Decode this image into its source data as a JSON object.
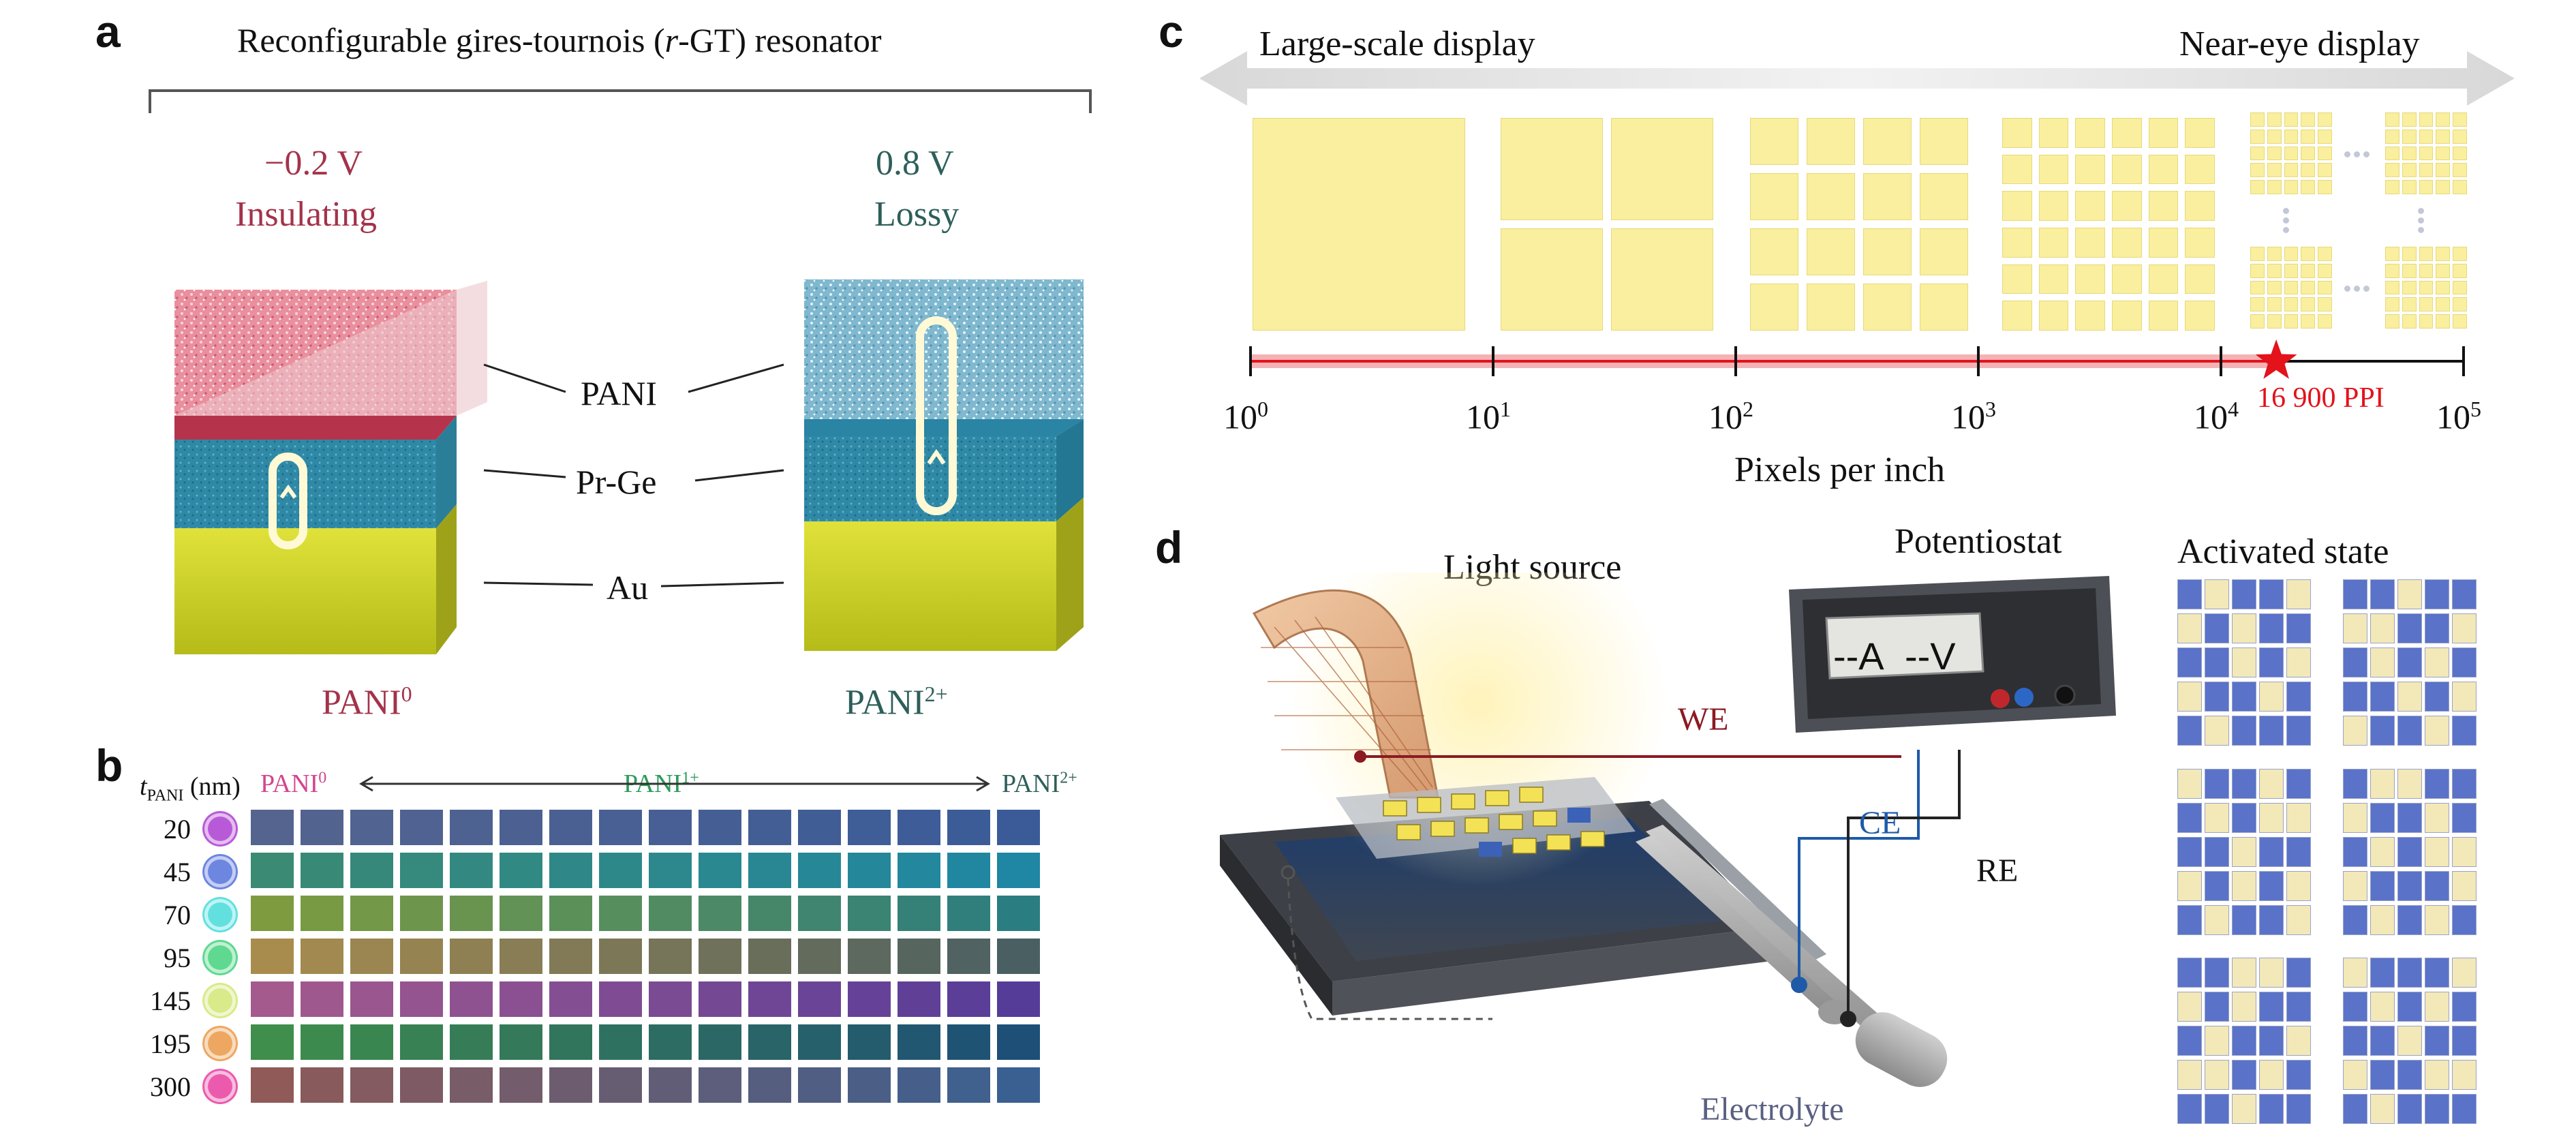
{
  "panel_a": {
    "label": "a",
    "title_pre": "Reconfigurable gires-tournois (",
    "title_italic": "r",
    "title_post": "-GT) resonator",
    "left_voltage": "−0.2 V",
    "left_state": "Insulating",
    "right_voltage": "0.8 V",
    "right_state": "Lossy",
    "layers": [
      "PANI",
      "Pr-Ge",
      "Au"
    ],
    "left_bottom_base": "PANI",
    "left_bottom_sup": "0",
    "right_bottom_base": "PANI",
    "right_bottom_sup": "2+",
    "colors": {
      "insulating": "#a3334a",
      "lossy": "#2e5f5a"
    }
  },
  "panel_b": {
    "label": "b",
    "axis_label_italic": "t",
    "axis_label_sub": "PANI",
    "axis_label_unit": " (nm)",
    "left_state_base": "PANI",
    "left_state_sup": "0",
    "mid_state_base": "PANI",
    "mid_state_sup": "1+",
    "right_state_base": "PANI",
    "right_state_sup": "2+",
    "rows": [
      {
        "thickness": "20",
        "dot": "#b85ad8",
        "start": "#55648f",
        "end": "#3a5b98"
      },
      {
        "thickness": "45",
        "dot": "#6d86e0",
        "start": "#3a8a74",
        "end": "#1f86a3"
      },
      {
        "thickness": "70",
        "dot": "#62e0e0",
        "start": "#7e9c3f",
        "end": "#2a7d80"
      },
      {
        "thickness": "95",
        "dot": "#5fd990",
        "start": "#a88c4e",
        "end": "#4a5f62"
      },
      {
        "thickness": "145",
        "dot": "#d8ea8a",
        "start": "#a45a8d",
        "end": "#553c99"
      },
      {
        "thickness": "195",
        "dot": "#eea760",
        "start": "#3f8e4b",
        "end": "#1d4f77"
      },
      {
        "thickness": "300",
        "dot": "#ec5aae",
        "start": "#8f5a58",
        "end": "#3a6092"
      }
    ],
    "columns": 16
  },
  "panel_c": {
    "label": "c",
    "left_title": "Large-scale display",
    "right_title": "Near-eye display",
    "xlabel": "Pixels per inch",
    "tick_base": "10",
    "tick_exponents": [
      "0",
      "1",
      "2",
      "3",
      "4",
      "5"
    ],
    "highlight_value": "16 900 PPI",
    "pixel_color": "#f9ef9e",
    "accent": "#e3121b"
  },
  "panel_d": {
    "label": "d",
    "light_source": "Light source",
    "potentiostat": "Potentiostat",
    "display_current": "--A",
    "display_voltage": "--V",
    "we": "WE",
    "ce": "CE",
    "re": "RE",
    "electrolyte": "Electrolyte",
    "activated_state": "Activated state",
    "colors": {
      "we": "#8b1a22",
      "ce": "#1e5aa8",
      "re": "#222222"
    }
  },
  "chart_data": {
    "type": "scatter",
    "xlabel": "Pixels per inch",
    "x_scale": "log",
    "xlim": [
      1,
      100000
    ],
    "highlight": {
      "x": 16900,
      "label": "16 900 PPI"
    }
  }
}
